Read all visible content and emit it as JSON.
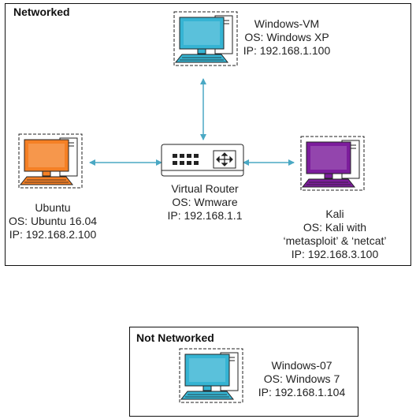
{
  "groups": {
    "networked": {
      "title": "Networked"
    },
    "not_networked": {
      "title": "Not Networked"
    }
  },
  "nodes": {
    "windows_vm": {
      "name": "Windows-VM",
      "os": "OS: Windows XP",
      "ip": "IP: 192.168.1.100",
      "color": "#36b4d3"
    },
    "ubuntu": {
      "name": "Ubuntu",
      "os": "OS: Ubuntu 16.04",
      "ip": "IP: 192.168.2.100",
      "color": "#f58025"
    },
    "kali": {
      "name": "Kali",
      "os": "OS: Kali with",
      "os_line2": "‘metasploit’ & ‘netcat’",
      "ip": "IP: 192.168.3.100",
      "color": "#7c1d9c"
    },
    "router": {
      "name": "Virtual Router",
      "os": "OS: Wmware",
      "ip": "IP: 192.168.1.1"
    },
    "windows_07": {
      "name": "Windows-07",
      "os": "OS: Windows 7",
      "ip": "IP: 192.168.1.104",
      "color": "#36b4d3"
    }
  },
  "connectors": {
    "color": "#4aa8c4",
    "links": [
      "router-windows_vm",
      "router-ubuntu",
      "router-kali"
    ]
  }
}
